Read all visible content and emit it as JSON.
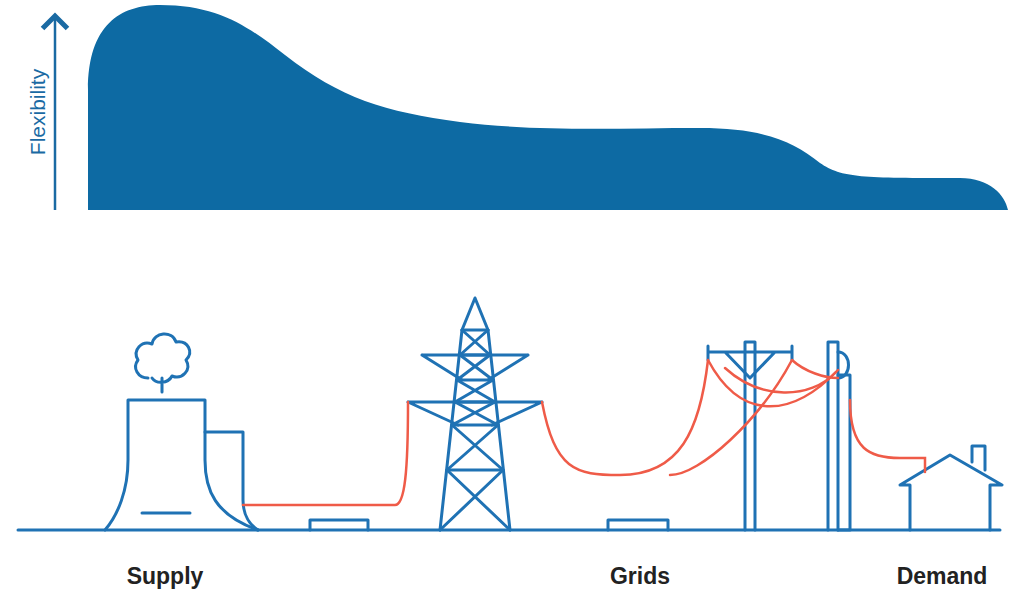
{
  "diagram": {
    "labels": [
      "Flexibility",
      "Supply",
      "Grids",
      "Demand"
    ]
  }
}
